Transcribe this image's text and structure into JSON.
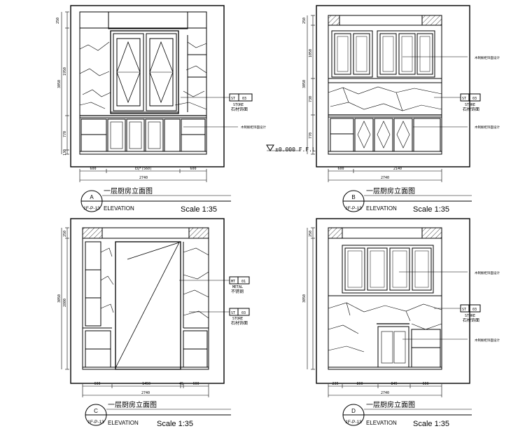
{
  "level_marker": "±0.000 F.F.L",
  "elevations": [
    {
      "id": "A",
      "badge_letter": "A",
      "badge_code": "1F-P-13",
      "title": "一层厨房立面图",
      "subtitle": "ELEVATION",
      "scale": "Scale 1:35",
      "dims_vertical": [
        "250",
        "1950",
        "3050",
        "770",
        "130"
      ],
      "dims_horizontal": [
        "600",
        "EQ*(560)",
        "600"
      ],
      "dim_total": "2740",
      "tags": [
        {
          "code": "ST",
          "num": "03",
          "en": "STORE",
          "cn": "石材饰面"
        }
      ],
      "notes": [
        "木制橱柜饰面设计"
      ]
    },
    {
      "id": "B",
      "badge_letter": "B",
      "badge_code": "1F-P-13",
      "title": "一层厨房立面图",
      "subtitle": "ELEVATION",
      "scale": "Scale 1:35",
      "dims_vertical": [
        "250",
        "1050",
        "3050",
        "730",
        "770"
      ],
      "dims_horizontal": [
        "600",
        "2140"
      ],
      "dim_total": "2740",
      "tags": [
        {
          "code": "ST",
          "num": "03",
          "en": "STORE",
          "cn": "石材饰面"
        }
      ],
      "notes": [
        "木制橱柜饰面设计",
        "木制橱柜饰面设计"
      ]
    },
    {
      "id": "C",
      "badge_letter": "C",
      "badge_code": "1F-P-13",
      "title": "一层厨房立面图",
      "subtitle": "ELEVATION",
      "scale": "Scale 1:35",
      "dims_vertical": [
        "250",
        "3050",
        "2800"
      ],
      "dims_horizontal": [
        "600",
        "1450",
        "45",
        "600"
      ],
      "dim_total": "2740",
      "tags": [
        {
          "code": "MT",
          "num": "01",
          "en": "METAL",
          "cn": "不锈钢"
        },
        {
          "code": "ST",
          "num": "03",
          "en": "STORE",
          "cn": "石材饰面"
        }
      ],
      "notes": []
    },
    {
      "id": "D",
      "badge_letter": "D",
      "badge_code": "1F-P-13",
      "title": "一层厨房立面图",
      "subtitle": "ELEVATION",
      "scale": "Scale 1:35",
      "dims_vertical": [
        "250",
        "3050"
      ],
      "dims_horizontal": [
        "235",
        "800",
        "845",
        "600"
      ],
      "dim_total": "2740",
      "tags": [
        {
          "code": "ST",
          "num": "03",
          "en": "STORE",
          "cn": "石材饰面"
        }
      ],
      "notes": [
        "木制橱柜饰面设计",
        "木制橱柜饰面设计"
      ]
    }
  ]
}
